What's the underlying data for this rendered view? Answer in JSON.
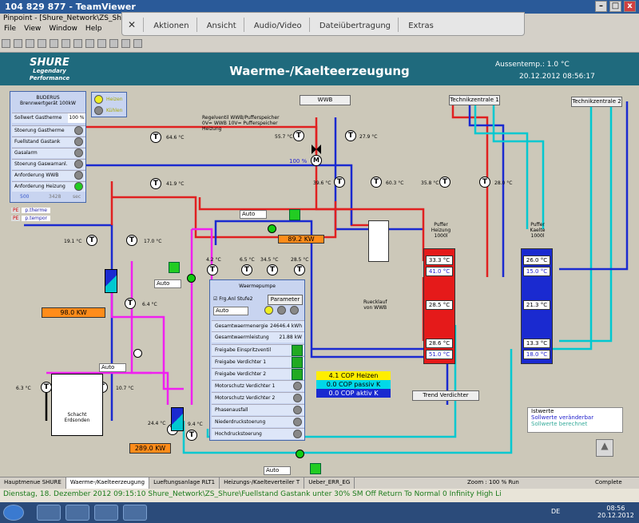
{
  "teamviewer": {
    "title": "104 829 877 - TeamViewer",
    "panel": {
      "close": "✕",
      "menus": [
        "Aktionen",
        "Ansicht",
        "Audio/Video",
        "Dateiübertragung",
        "Extras"
      ]
    }
  },
  "app": {
    "title": "Pinpoint - [Shure_Network\\ZS_Shure\\Wa",
    "menu": [
      "File",
      "View",
      "Window",
      "Help"
    ]
  },
  "header": {
    "logo_line1": "SHURE",
    "logo_line2": "Legendary",
    "logo_line3": "Performance",
    "title": "Waerme-/Kaelteerzeugung",
    "aussen": "Aussentemp.:  1.0 °C",
    "date": "20.12.2012 08:56:17"
  },
  "nav": {
    "wwb": "WWB",
    "tz1": "Technikzentrale 1",
    "tz2": "Technikzentrale 2"
  },
  "buderus": {
    "title1": "BUDERUS",
    "title2": "Brennwertgerät 100kW",
    "sollwert_label": "Sollwert Gastherme",
    "sollwert": "100 %",
    "rows": [
      "Stoerung Gastherme",
      "Fuellstand Gastank",
      "Gasalarm",
      "Stoerung Gaswarnanl.",
      "Anforderung WWB",
      "Anforderung Heizung"
    ],
    "v1": "500",
    "v2": "3428",
    "v3": "sec"
  },
  "heizen": "Heizen",
  "kuehlen": "Kühlen",
  "pe": [
    {
      "tag": "PE",
      "label": "p.therme"
    },
    {
      "tag": "PE",
      "label": "p.tempor"
    }
  ],
  "regel": [
    "Regelventil WWB/Pufferspeicher",
    "0V= WWB 10V= Pufferspeicher",
    "Heizung"
  ],
  "temps": {
    "t1": "64.6 °C",
    "t2": "41.9 °C",
    "t3": "55.7 °C",
    "t4": "27.9 °C",
    "t5": "39.6 °C",
    "t6": "60.3 °C",
    "t7": "35.8 °C",
    "t8": "28.0 °C",
    "t9": "19.1 °C",
    "t10": "17.0 °C",
    "t11": "4.2 °C",
    "t12": "6.5 °C",
    "t13": "34.5 °C",
    "t14": "28.5 °C",
    "t15": "6.4 °C",
    "t16": "6.3 °C",
    "t17": "10.7 °C",
    "t18": "24.4 °C",
    "t19": "9.4 °C"
  },
  "valve_pct": "100 %",
  "power": {
    "p1": "89.2 KW",
    "p2": "98.0 KW",
    "p3": "289.0 KW"
  },
  "auto": "Auto",
  "wp": {
    "title": "Waermepumpe",
    "chk": "Frg.Anl Stufe2",
    "param": "Parameter",
    "auto": "Auto",
    "energie_label": "Gesamtwaermenergie",
    "energie": "24646.4 kWh",
    "leistung_label": "Gesamtwaermleistung",
    "leistung": "21.88 kW",
    "rows": [
      "Freigabe Einspritzventil",
      "Freigabe Verdichter 1",
      "Freigabe Verdichter 2",
      "Motorschutz Verdichter 1",
      "Motorschutz Verdichter 2",
      "Phasenausfall",
      "Niederdruckstoerung",
      "Hochdruckstoerung"
    ]
  },
  "puffer_heiz": {
    "l1": "Puffer",
    "l2": "Heizung",
    "l3": "1000l",
    "v1": "33.3 °C",
    "v2": "41.0 °C",
    "v3": "28.5 °C",
    "v4": "28.6 °C",
    "v5": "51.0 °C"
  },
  "puffer_kalt": {
    "l1": "Puffer",
    "l2": "Kaelte",
    "l3": "1000l",
    "v1": "26.0 °C",
    "v2": "15.0 °C",
    "v3": "21.3 °C",
    "v4": "13.3 °C",
    "v5": "18.0 °C"
  },
  "ruecklauf": [
    "Ruecklauf",
    "von WWB"
  ],
  "cop": [
    "4.1 COP Heizen",
    "0.0 COP passiv K",
    "0.0 COP aktiv K"
  ],
  "trend": "Trend Verdichter",
  "legend": [
    "Istwerte",
    "Sollwerte veränderbar",
    "Sollwerte berechnet"
  ],
  "schacht": [
    "Schacht",
    "Erdsonden"
  ],
  "tabs": [
    "Hauptmenue SHURE",
    "Waerme-/Kaelteerzeugung",
    "Lueftungsanlage RLT1",
    "Heizungs-/Kaelteverteiler T",
    "Ueber_ERR_EG"
  ],
  "zoom": "Zoom : 100 %  Run",
  "complete": "Complete",
  "alarm": "Dienstag, 18. Dezember 2012 09:15:10     Shure_Network\\ZS_Shure\\Fuellstand Gastank unter 30% SM    Off    Return To Normal    0    Infinity High Li",
  "clock": {
    "time": "08:56",
    "date": "20.12.2012"
  },
  "lang": "DE"
}
